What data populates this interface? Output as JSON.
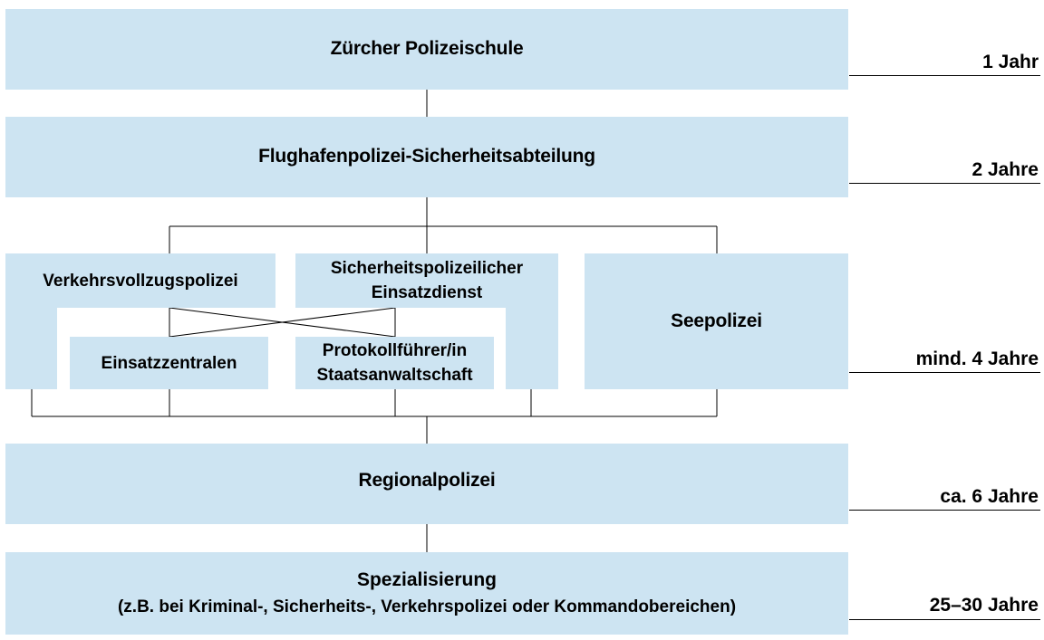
{
  "stages": {
    "police_school": "Zürcher Polizeischule",
    "airport_police": "Flughafenpolizei-Sicherheitsabteilung",
    "traffic_police": "Verkehrsvollzugspolizei",
    "security_police_line1": "Sicherheitspolizeilicher",
    "security_police_line2": "Einsatzdienst",
    "lake_police": "Seepolizei",
    "dispatch_centers": "Einsatzzentralen",
    "clerk_line1": "Protokollführer/in",
    "clerk_line2": "Staatsanwaltschaft",
    "regional_police": "Regionalpolizei",
    "specialization_title": "Spezialisierung",
    "specialization_subtitle": "(z.B. bei Kriminal-, Sicherheits-, Verkehrspolizei oder Kommandobereichen)"
  },
  "timeline": {
    "year_1": "1 Jahr",
    "year_2": "2 Jahre",
    "year_4": "mind. 4 Jahre",
    "year_6": "ca. 6 Jahre",
    "year_25_30": "25–30 Jahre"
  },
  "colors": {
    "box_fill": "#cde4f2",
    "line": "#000000"
  }
}
